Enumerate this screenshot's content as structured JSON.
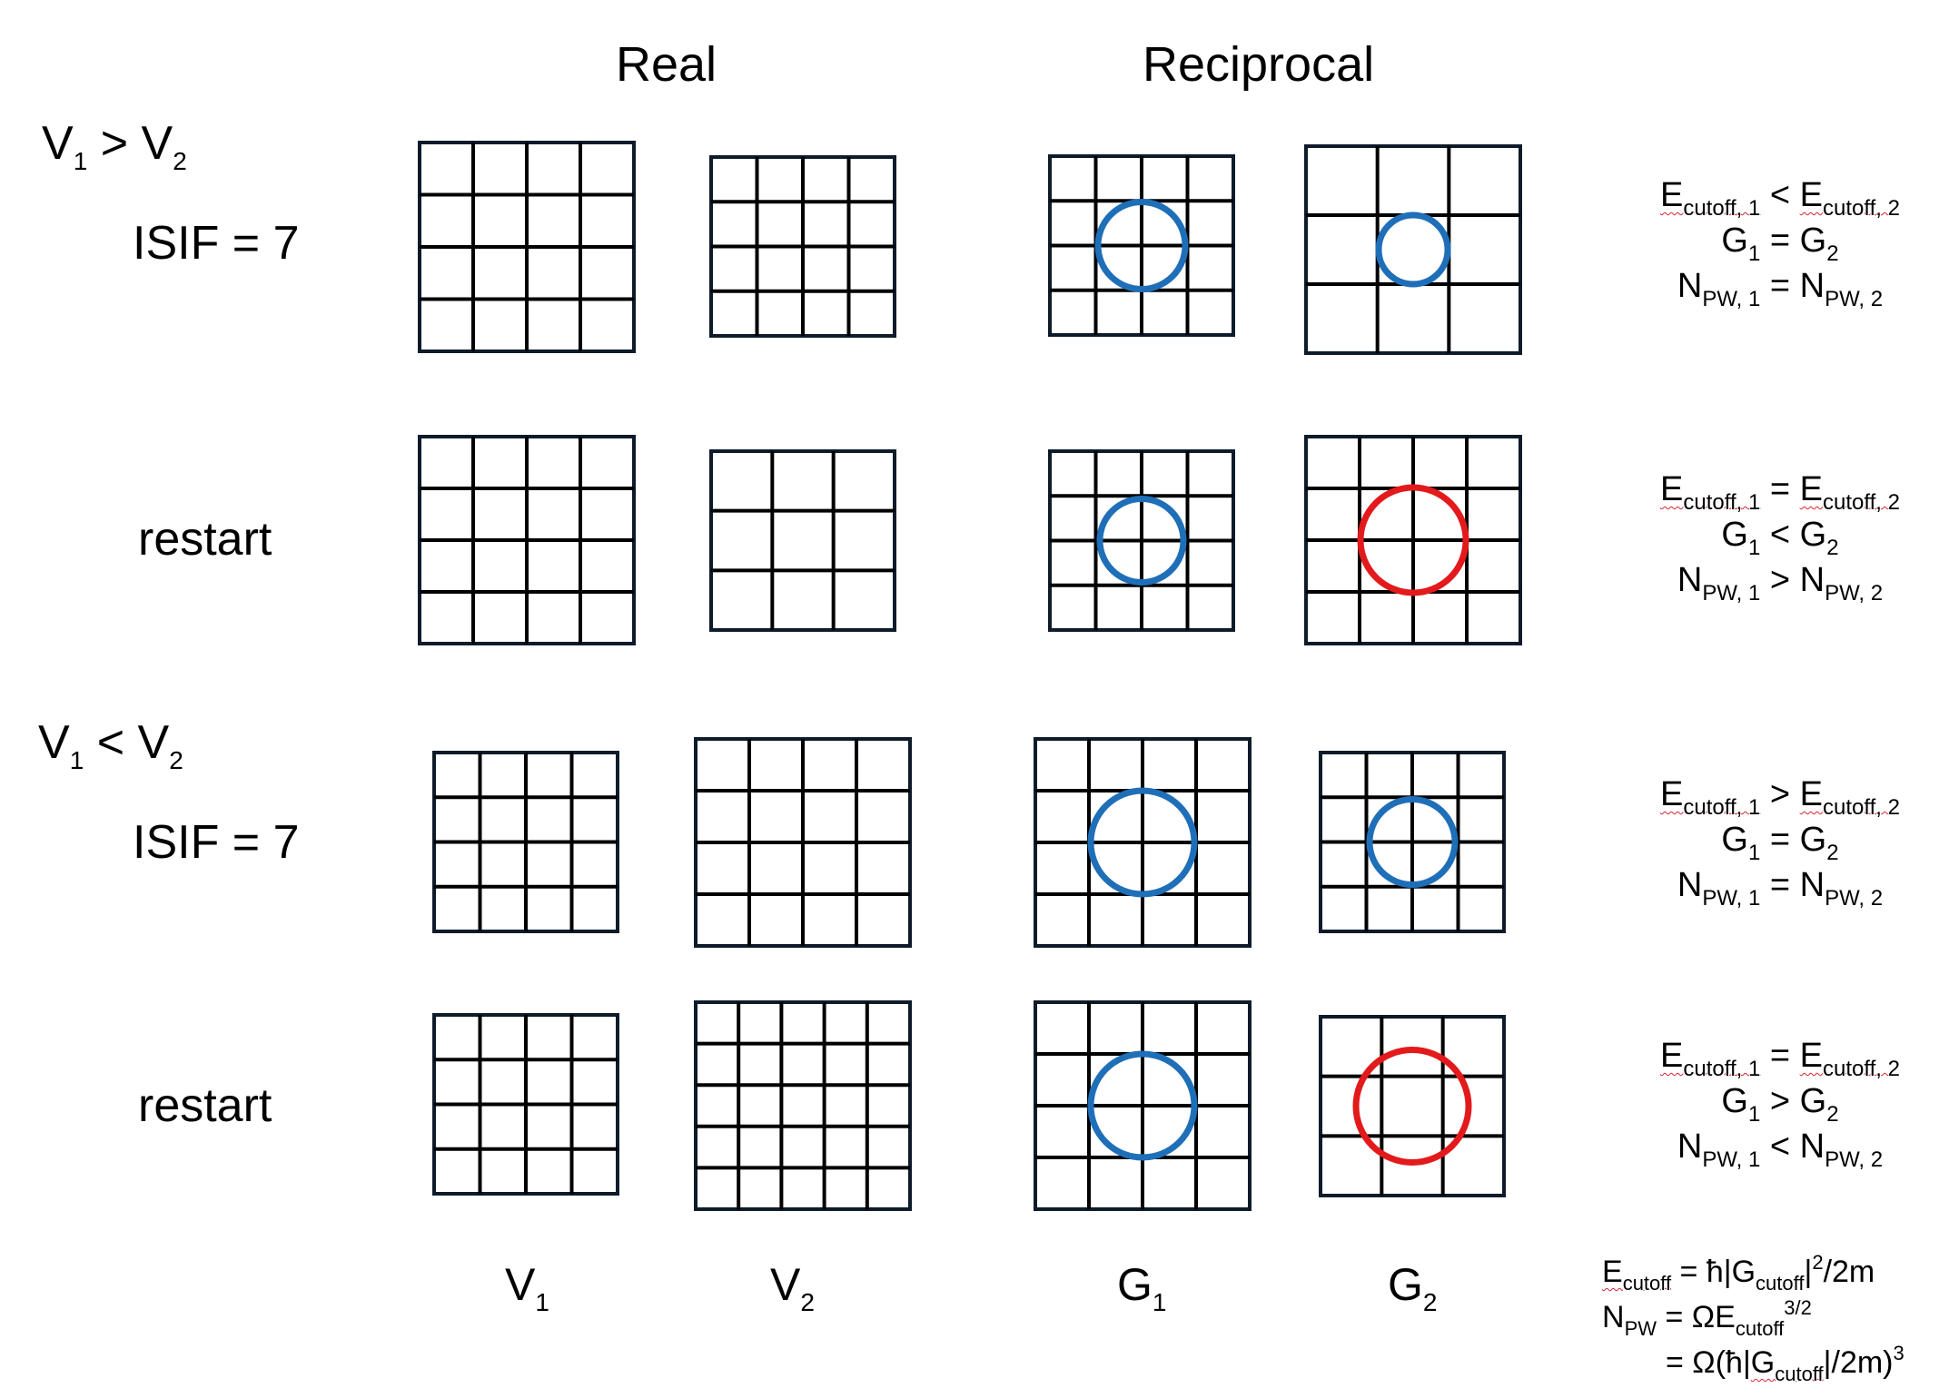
{
  "headers": {
    "real": "Real",
    "reciprocal": "Reciprocal"
  },
  "cases": {
    "v1_gt_v2": "V₁ > V₂",
    "v1_lt_v2": "V₁ < V₂"
  },
  "row_labels": [
    "ISIF = 7",
    "restart",
    "ISIF = 7",
    "restart"
  ],
  "column_labels": [
    "V₁",
    "V₂",
    "G₁",
    "G₂"
  ],
  "relations": [
    [
      "E_cutoff,1 < E_cutoff,2",
      "G1 = G2",
      "N_PW,1 = N_PW,2"
    ],
    [
      "E_cutoff,1 = E_cutoff,2",
      "G1 < G2",
      "N_PW,1 > N_PW,2"
    ],
    [
      "E_cutoff,1 > E_cutoff,2",
      "G1 = G2",
      "N_PW,1 = N_PW,2"
    ],
    [
      "E_cutoff,1 = E_cutoff,2",
      "G1 > G2",
      "N_PW,1 < N_PW,2"
    ]
  ],
  "formulas": [
    "E_cutoff = ℏ|G_cutoff|²/2m",
    "N_PW = ΩE_cutoff^3/2",
    "= Ω(ℏ|G_cutoff|/2m)³"
  ],
  "colors": {
    "grid": "#0d1b2a",
    "circle_same": "#1f6fb8",
    "circle_changed": "#e31a1c"
  }
}
